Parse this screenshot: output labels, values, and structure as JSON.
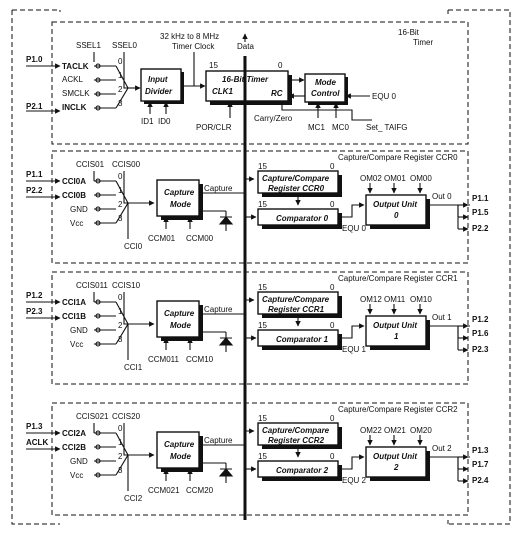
{
  "timer": {
    "title_line1": "16-Bit",
    "title_line2": "Timer",
    "clock_label_line1": "32 kHz to 8 MHz",
    "clock_label_line2": "Timer Clock",
    "data_label": "Data",
    "bits_15": "15",
    "bits_0": "0",
    "ssel1": "SSEL1",
    "ssel0": "SSEL0",
    "inputs": [
      {
        "pin": "P1.0",
        "name": "TACLK",
        "num": "0"
      },
      {
        "pin": "",
        "name": "ACKL",
        "num": "1"
      },
      {
        "pin": "",
        "name": "SMCLK",
        "num": "2"
      },
      {
        "pin": "P2.1",
        "name": "INCLK",
        "num": "3"
      }
    ],
    "input_divider_line1": "Input",
    "input_divider_line2": "Divider",
    "id1": "ID1",
    "id0": "ID0",
    "timer_block": "16-Bit Timer",
    "clk1": "CLK1",
    "rc": "RC",
    "mode_control_line1": "Mode",
    "mode_control_line2": "Control",
    "equ0": "EQU 0",
    "carry_zero": "Carry/Zero",
    "mc1": "MC1",
    "mc0": "MC0",
    "set_taifg": "Set_ TAIFG",
    "por_clr": "POR/CLR"
  },
  "ccr": [
    {
      "title": "Capture/Compare Register CCR0",
      "ccis1": "CCIS01",
      "ccis0": "CCIS00",
      "inputs": [
        {
          "pin": "P1.1",
          "name": "CCI0A",
          "num": "0"
        },
        {
          "pin": "P2.2",
          "name": "CCI0B",
          "num": "1"
        },
        {
          "pin": "",
          "name": "GND",
          "num": "2"
        },
        {
          "pin": "",
          "name": "Vcc",
          "num": "3"
        }
      ],
      "cci": "CCI0",
      "capture": "Capture",
      "capture_mode_line1": "Capture",
      "capture_mode_line2": "Mode",
      "ccm1": "CCM01",
      "ccm0": "CCM00",
      "bits_15": "15",
      "bits_0": "0",
      "register_line1": "Capture/Compare",
      "register_line2": "Register CCR0",
      "comparator": "Comparator 0",
      "equ": "EQU 0",
      "om": [
        "OM02",
        "OM01",
        "OM00"
      ],
      "output_unit_line1": "Output Unit",
      "output_unit_line2": "0",
      "out": "Out 0",
      "pins_out": [
        "P1.1",
        "P1.5",
        "P2.2"
      ]
    },
    {
      "title": "Capture/Compare Register CCR1",
      "ccis1": "CCIS011",
      "ccis0": "CCIS10",
      "inputs": [
        {
          "pin": "P1.2",
          "name": "CCI1A",
          "num": "0"
        },
        {
          "pin": "P2.3",
          "name": "CCI1B",
          "num": "1"
        },
        {
          "pin": "",
          "name": "GND",
          "num": "2"
        },
        {
          "pin": "",
          "name": "Vcc",
          "num": "3"
        }
      ],
      "cci": "CCI1",
      "capture": "Capture",
      "capture_mode_line1": "Capture",
      "capture_mode_line2": "Mode",
      "ccm1": "CCM011",
      "ccm0": "CCM10",
      "bits_15": "15",
      "bits_0": "0",
      "register_line1": "Capture/Compare",
      "register_line2": "Register CCR1",
      "comparator": "Comparator 1",
      "equ": "EQU 1",
      "om": [
        "OM12",
        "OM11",
        "OM10"
      ],
      "output_unit_line1": "Output Unit",
      "output_unit_line2": "1",
      "out": "Out 1",
      "pins_out": [
        "P1.2",
        "P1.6",
        "P2.3"
      ]
    },
    {
      "title": "Capture/Compare Register CCR2",
      "ccis1": "CCIS021",
      "ccis0": "CCIS20",
      "inputs": [
        {
          "pin": "P1.3",
          "name": "CCI2A",
          "num": "0"
        },
        {
          "pin": "ACLK",
          "name": "CCI2B",
          "num": "1"
        },
        {
          "pin": "",
          "name": "GND",
          "num": "2"
        },
        {
          "pin": "",
          "name": "Vcc",
          "num": "3"
        }
      ],
      "cci": "CCI2",
      "capture": "Capture",
      "capture_mode_line1": "Capture",
      "capture_mode_line2": "Mode",
      "ccm1": "CCM021",
      "ccm0": "CCM20",
      "bits_15": "15",
      "bits_0": "0",
      "register_line1": "Capture/Compare",
      "register_line2": "Register CCR2",
      "comparator": "Comparator 2",
      "equ": "EQU 2",
      "om": [
        "OM22",
        "OM21",
        "OM20"
      ],
      "output_unit_line1": "Output Unit",
      "output_unit_line2": "2",
      "out": "Out 2",
      "pins_out": [
        "P1.3",
        "P1.7",
        "P2.4"
      ]
    }
  ]
}
